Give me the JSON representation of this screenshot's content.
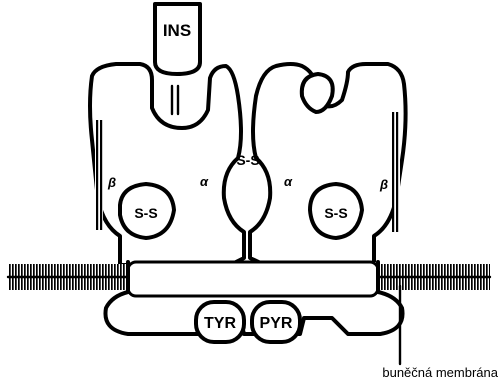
{
  "diagram": {
    "ligand_label": "INS",
    "disulfide_center": "S-S",
    "disulfide_left": "S-S",
    "disulfide_right": "S-S",
    "subunit_alpha_left": "α",
    "subunit_alpha_right": "α",
    "subunit_beta_left": "β",
    "subunit_beta_right": "β",
    "kinase_left": "TYR",
    "kinase_right": "PYR",
    "membrane_label": "buněčná membrána"
  }
}
